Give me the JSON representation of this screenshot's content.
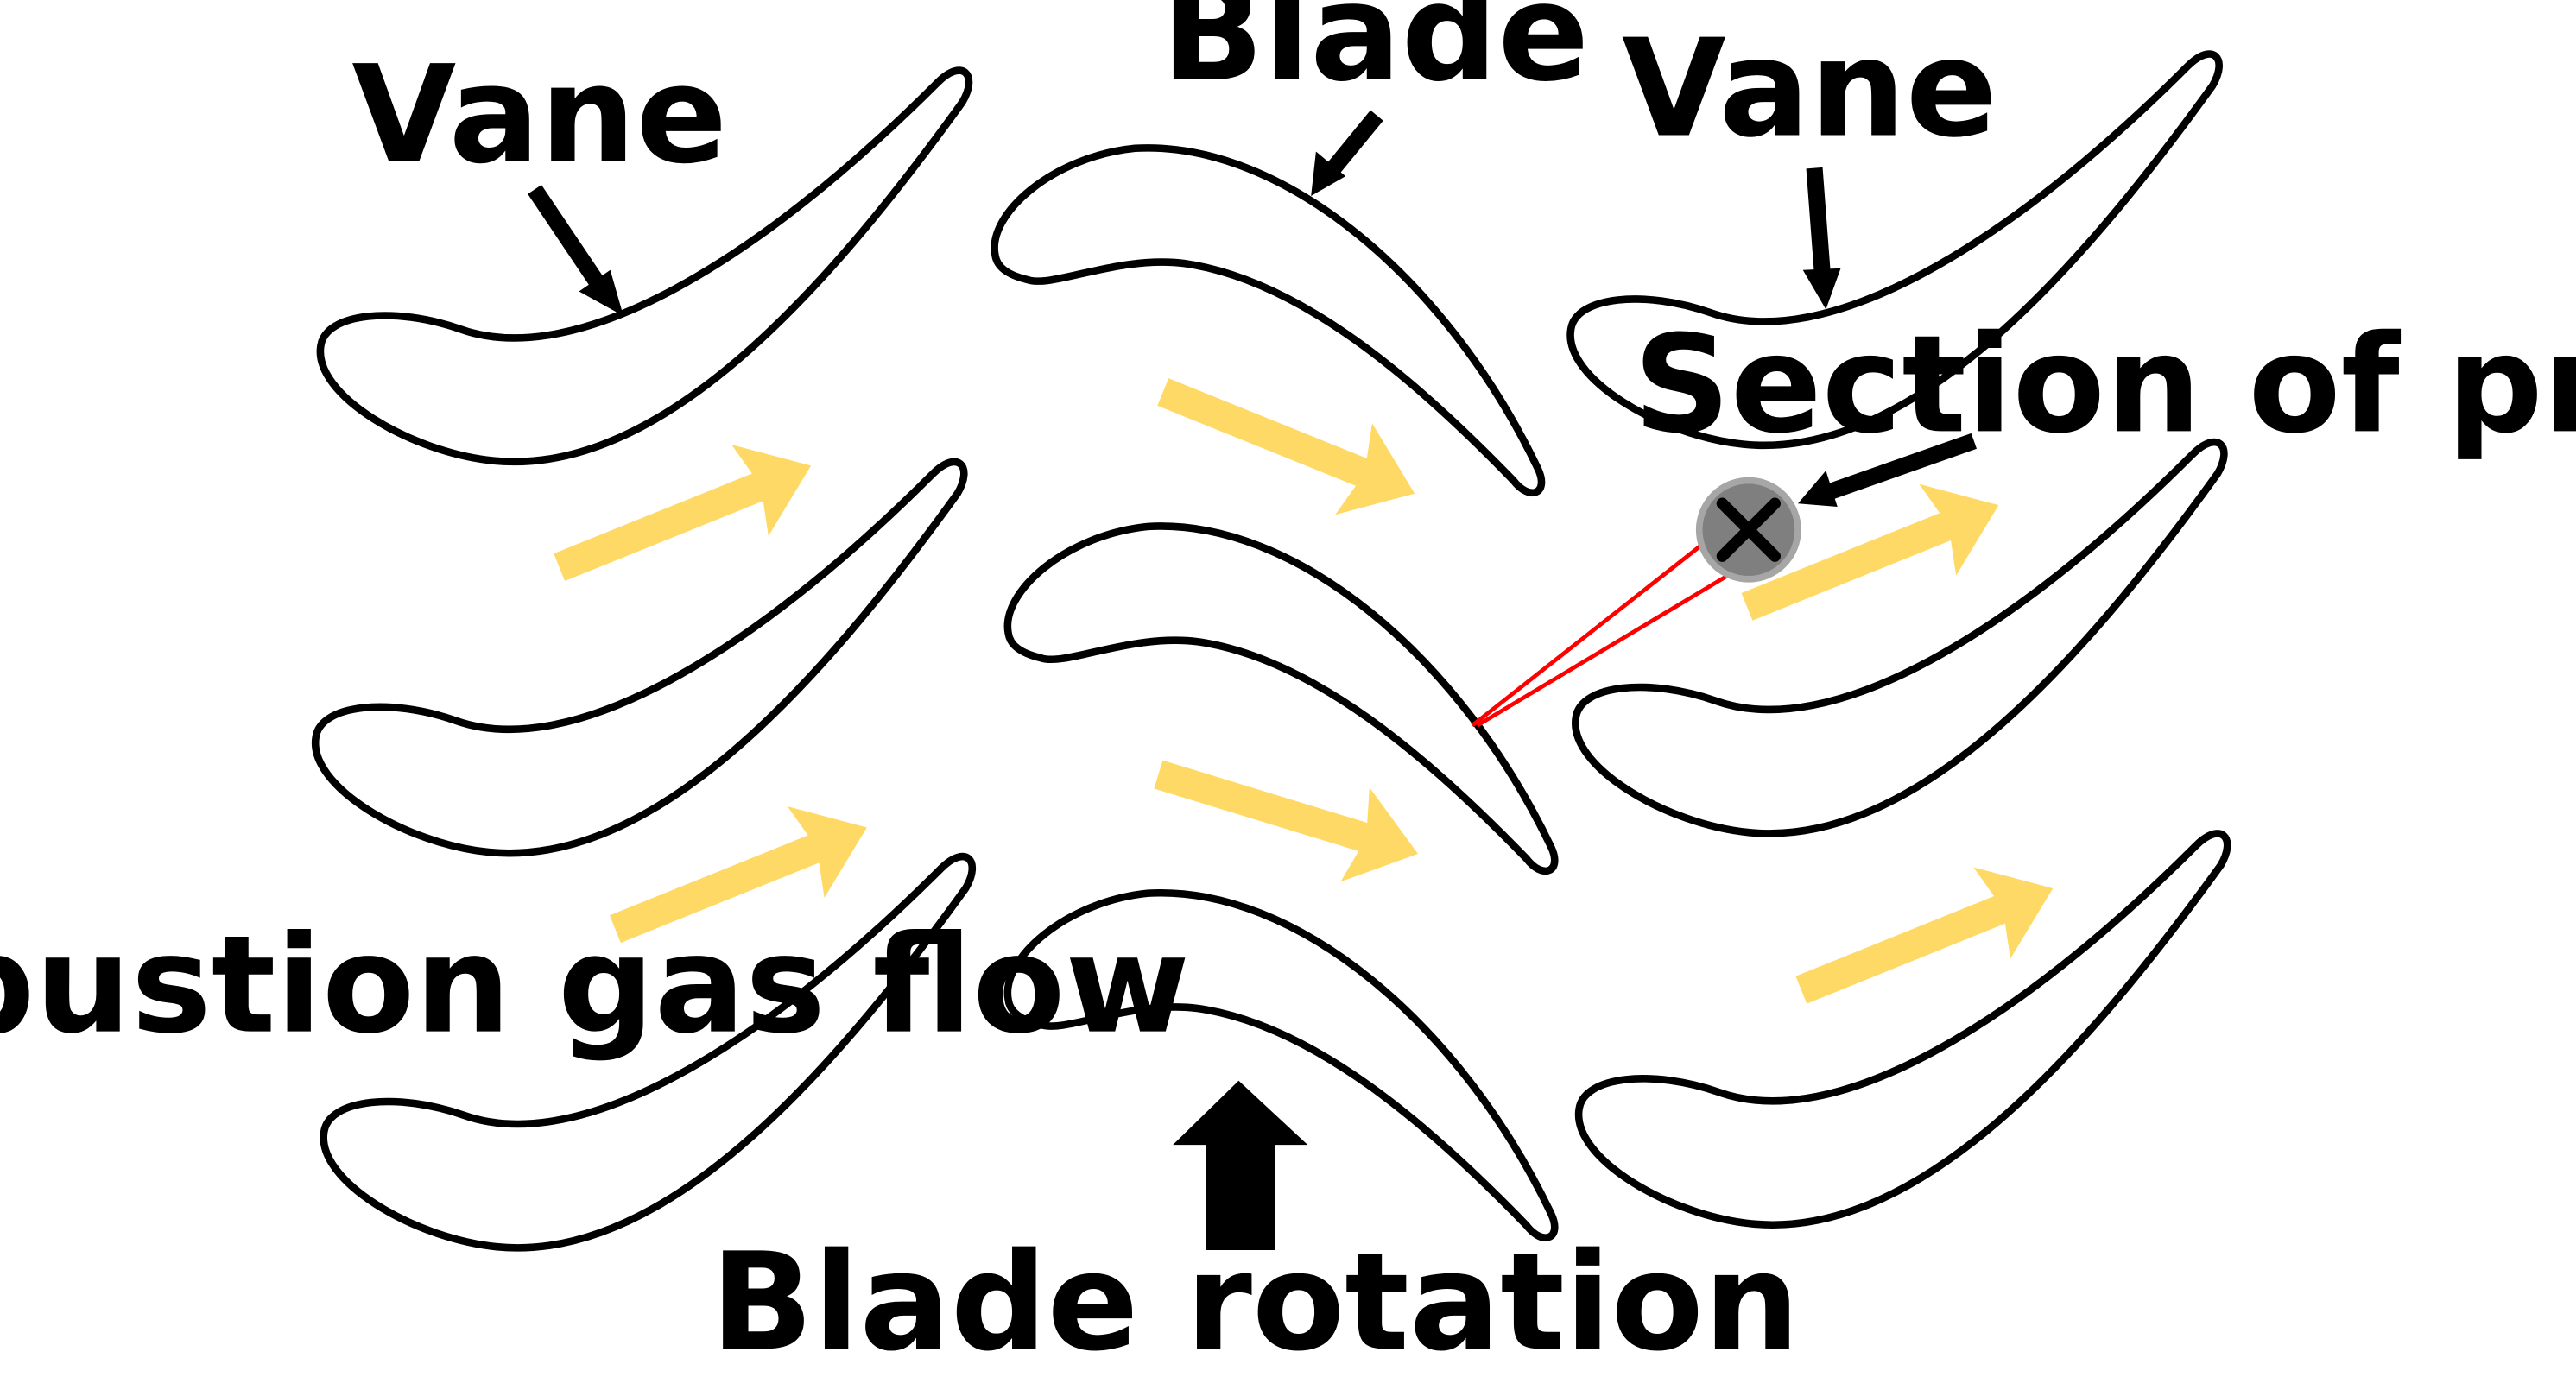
{
  "labels": {
    "vane_left": "Vane",
    "blade_top": "Blade",
    "vane_right": "Vane",
    "probe": "Section of probe",
    "flow": "Combustion gas flow",
    "rotation": "Blade rotation"
  },
  "colors": {
    "flow_arrow": "#FFD966",
    "outline": "#000000",
    "laser": "#FF0000",
    "probe_fill": "#7F7F7F",
    "probe_ring": "#A6A6A6"
  },
  "icons": {
    "probe": "circled-x-icon",
    "rotation": "up-arrow-icon"
  }
}
